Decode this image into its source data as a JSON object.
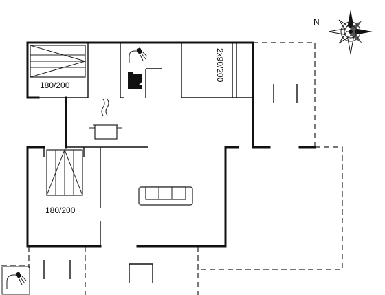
{
  "compass": {
    "label": "N"
  },
  "rooms": {
    "bedroom_top": {
      "bed_label": "180/200"
    },
    "bedroom_right": {
      "bed_label": "2x90/200"
    },
    "bedroom_left": {
      "bed_label": "180/200"
    }
  },
  "icons": {
    "shower": "shower-icon",
    "toilet": "toilet-icon",
    "stove": "cooking-pot-icon",
    "sofa": "sofa-icon",
    "outdoor_shower": "shower-icon",
    "compass": "compass-rose-icon"
  }
}
